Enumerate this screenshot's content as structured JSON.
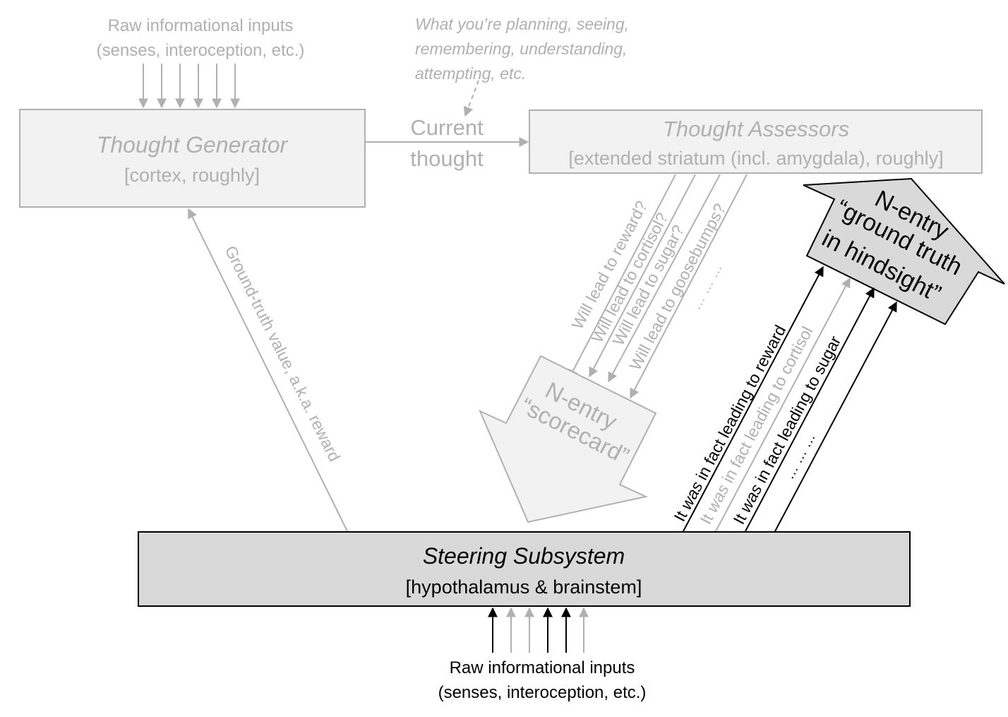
{
  "top_inputs": {
    "line1": "Raw informational inputs",
    "line2": "(senses, interoception, etc.)"
  },
  "context_note": {
    "line1": "What you’re planning, seeing,",
    "line2": "remembering, understanding,",
    "line3": "attempting, etc."
  },
  "thought_generator": {
    "title": "Thought Generator",
    "subtitle": "[cortex, roughly]"
  },
  "current_thought": {
    "line1": "Current",
    "line2": "thought"
  },
  "thought_assessors": {
    "title": "Thought Assessors",
    "subtitle": "[extended striatum (incl. amygdala), roughly]"
  },
  "assessor_outputs": {
    "reward": "Will lead to reward?",
    "cortisol": "Will lead to cortisol?",
    "sugar": "Will lead to sugar?",
    "goosebumps": "Will lead to goosebumps?",
    "more": "…   …   …"
  },
  "scorecard": {
    "line1": "N-entry",
    "line2": "“scorecard”"
  },
  "ground_truth_box": {
    "line1": "N-entry",
    "line2": "“ground truth",
    "line3": "in hindsight”"
  },
  "hindsight_outputs": {
    "reward_pre": "It ",
    "reward_em": "was",
    "reward_post": " in fact leading to reward",
    "cortisol_pre": "It ",
    "cortisol_em": "was",
    "cortisol_post": " in fact leading to cortisol",
    "sugar_pre": "It ",
    "sugar_em": "was",
    "sugar_post": " in fact leading to sugar",
    "more": "…   …   …"
  },
  "reward_arrow": {
    "label": "Ground-truth value, a.k.a. reward"
  },
  "steering_subsystem": {
    "title": "Steering Subsystem",
    "subtitle": "[hypothalamus & brainstem]"
  },
  "bottom_inputs": {
    "line1": "Raw informational inputs",
    "line2": "(senses, interoception, etc.)"
  },
  "colors": {
    "faded": "#b0b0b0",
    "active": "#000000",
    "box_fill_faded": "#f2f2f2",
    "box_fill_active": "#d9d9d9"
  }
}
